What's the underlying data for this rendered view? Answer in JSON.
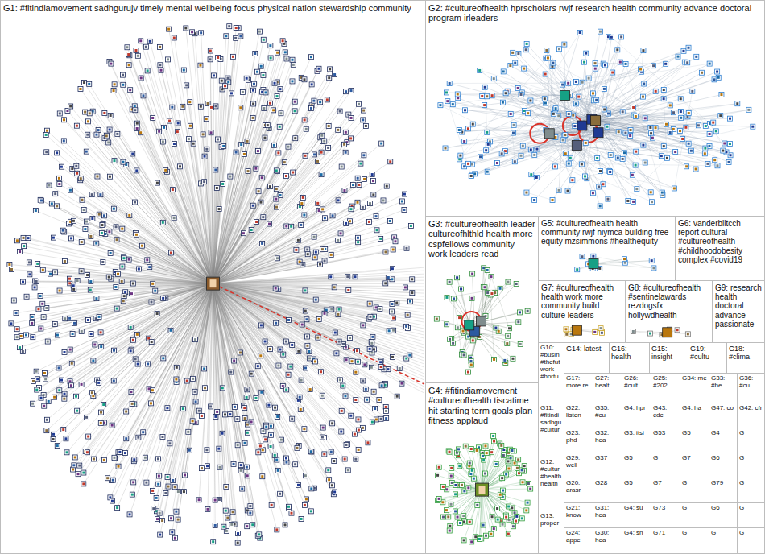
{
  "diagram": {
    "nodes": [
      {
        "text": [
          "G1: #fitindiamovement sadhgurujv timely mental wellbeing focus physical nation stewardship community"
        ]
      },
      {
        "text": [
          "G2: #cultureofhealth hprscholars rwjf research health community advance doctoral program irleaders"
        ]
      },
      {
        "text": [
          "G3: #cultureofhealth leader cultureofhlthld health more cspfellows community work leaders read"
        ]
      },
      {
        "text": [
          "G5: #cultureofhealth health community rwjf niymca building free equity mzsimmons #healthequity"
        ]
      },
      {
        "text": [
          "G6: vanderbiltcch report cultural #cultureofhealth #childhoodobesity complex #covid19"
        ]
      },
      {
        "text": [
          "G7: #cultureofhealth health work more community build culture leaders"
        ]
      },
      {
        "text": [
          "G8: #cultureofhealth #sentinelawards rezdogsfx hollywdhealth"
        ]
      },
      {
        "text": [
          "G9: research health doctoral advance passionate"
        ]
      },
      {
        "text": [
          "G10: #busin #thefut work #hortu"
        ]
      },
      {
        "text": [
          "G14: latest"
        ]
      },
      {
        "text": [
          "G16: health"
        ]
      },
      {
        "text": [
          "G15: insight"
        ]
      },
      {
        "text": [
          "G19: #cultu"
        ]
      },
      {
        "text": [
          "G18: #clima"
        ]
      },
      {
        "text": [
          "G17: more re"
        ]
      },
      {
        "text": [
          "G27: healt"
        ]
      },
      {
        "text": [
          "G26: #cult"
        ]
      },
      {
        "text": [
          "G25: #202"
        ]
      },
      {
        "text": [
          "G34: me"
        ]
      },
      {
        "text": [
          "G33: #he"
        ]
      },
      {
        "text": [
          "G36: #cu"
        ]
      },
      {
        "text": [
          "G4: #fitindiamovement #cultureofhealth tiscatime hit starting term goals plan fitness applaud"
        ]
      },
      {
        "text": [
          "G11: #fitindi sadhgu #cultur"
        ]
      },
      {
        "text": [
          "G22: listen"
        ]
      },
      {
        "text": [
          "G35: #cu"
        ]
      },
      {
        "text": [
          "G4: hpr"
        ]
      },
      {
        "text": [
          "G43: cdc"
        ]
      },
      {
        "text": [
          "G4: ha"
        ]
      },
      {
        "text": [
          "G47: co"
        ]
      },
      {
        "text": [
          "G42: cfr"
        ]
      },
      {
        "text": [
          "G23: phd"
        ]
      },
      {
        "text": [
          "G32: hea"
        ]
      },
      {
        "text": [
          "G3: itsi"
        ]
      },
      {
        "text": [
          "G53"
        ]
      },
      {
        "text": [
          "G5"
        ]
      },
      {
        "text": [
          "G4"
        ]
      },
      {
        "text": [
          "G"
        ]
      },
      {
        "text": [
          "G29: well"
        ]
      },
      {
        "text": [
          "G37"
        ]
      },
      {
        "text": [
          "G5"
        ]
      },
      {
        "text": [
          "G"
        ]
      },
      {
        "text": [
          "G7"
        ]
      },
      {
        "text": [
          "G6"
        ]
      },
      {
        "text": [
          "G"
        ]
      },
      {
        "text": [
          "G12: #cultur #health health"
        ]
      },
      {
        "text": [
          "G20: arasr"
        ]
      },
      {
        "text": [
          "G28"
        ]
      },
      {
        "text": [
          "G5"
        ]
      },
      {
        "text": [
          "G7"
        ]
      },
      {
        "text": [
          "G"
        ]
      },
      {
        "text": [
          "G79"
        ]
      },
      {
        "text": [
          "G"
        ]
      },
      {
        "text": [
          "G21: know"
        ]
      },
      {
        "text": [
          "G31: hea"
        ]
      },
      {
        "text": [
          "G4: su"
        ]
      },
      {
        "text": [
          "G73"
        ]
      },
      {
        "text": [
          "G"
        ]
      },
      {
        "text": [
          "G6"
        ]
      },
      {
        "text": [
          "G"
        ]
      },
      {
        "text": [
          "G13: proper"
        ]
      },
      {
        "text": [
          "G24: appe"
        ]
      },
      {
        "text": [
          "G30: hea"
        ]
      },
      {
        "text": [
          "G4: sh"
        ]
      },
      {
        "text": [
          "G71"
        ]
      },
      {
        "text": [
          "G"
        ]
      },
      {
        "text": [
          "G"
        ]
      },
      {
        "text": [
          "G"
        ]
      }
    ]
  }
}
